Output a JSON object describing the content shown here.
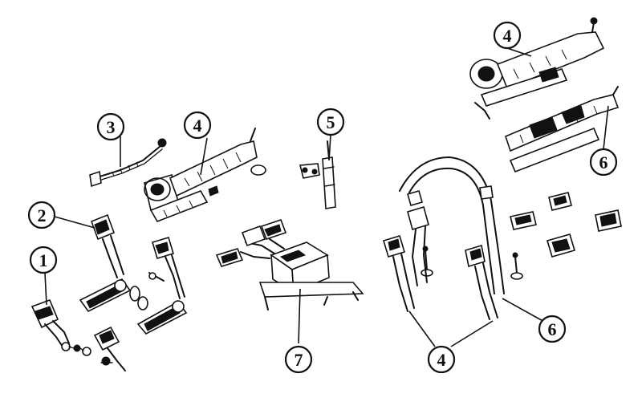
{
  "callouts": [
    {
      "id": "c1",
      "label": "1"
    },
    {
      "id": "c2",
      "label": "2"
    },
    {
      "id": "c3",
      "label": "3"
    },
    {
      "id": "c4a",
      "label": "4"
    },
    {
      "id": "c5",
      "label": "5"
    },
    {
      "id": "c4b",
      "label": "4"
    },
    {
      "id": "c6a",
      "label": "6"
    },
    {
      "id": "c6b",
      "label": "6"
    },
    {
      "id": "c7",
      "label": "7"
    },
    {
      "id": "c4c",
      "label": "4"
    }
  ]
}
